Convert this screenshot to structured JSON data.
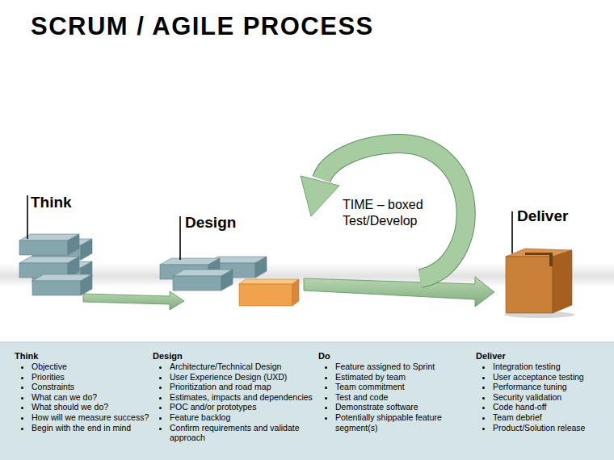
{
  "diagram": {
    "title": "SCRUM / AGILE  PROCESS",
    "nodes": [
      {
        "text": [
          "Think",
          "Objective",
          "Priorities",
          "Constraints",
          "What can we do?",
          "What should we do?",
          "How will we measure success?",
          "Begin with the end in mind"
        ]
      },
      {
        "text": [
          "Design",
          "Architecture/Technical Design",
          "User Experience Design (UXD)",
          "Prioritization and road map",
          "Estimates, impacts and dependencies",
          "POC and/or prototypes",
          "Feature backlog",
          "Confirm requirements and validate approach"
        ]
      },
      {
        "text": [
          "Do",
          "Feature assigned to Sprint",
          "Estimated by team",
          "Team commitment",
          "Test and code",
          "Demonstrate software",
          "Potentially shippable feature segment(s)"
        ]
      },
      {
        "text": [
          "Deliver",
          "Integration testing",
          "User acceptance testing",
          "Performance tuning",
          "Security validation",
          "Code hand-off",
          "Team debrief",
          "Product/Solution release"
        ]
      }
    ],
    "labels": [
      "Think",
      "Design",
      "TIME – boxed Test/Develop",
      "Deliver"
    ]
  }
}
